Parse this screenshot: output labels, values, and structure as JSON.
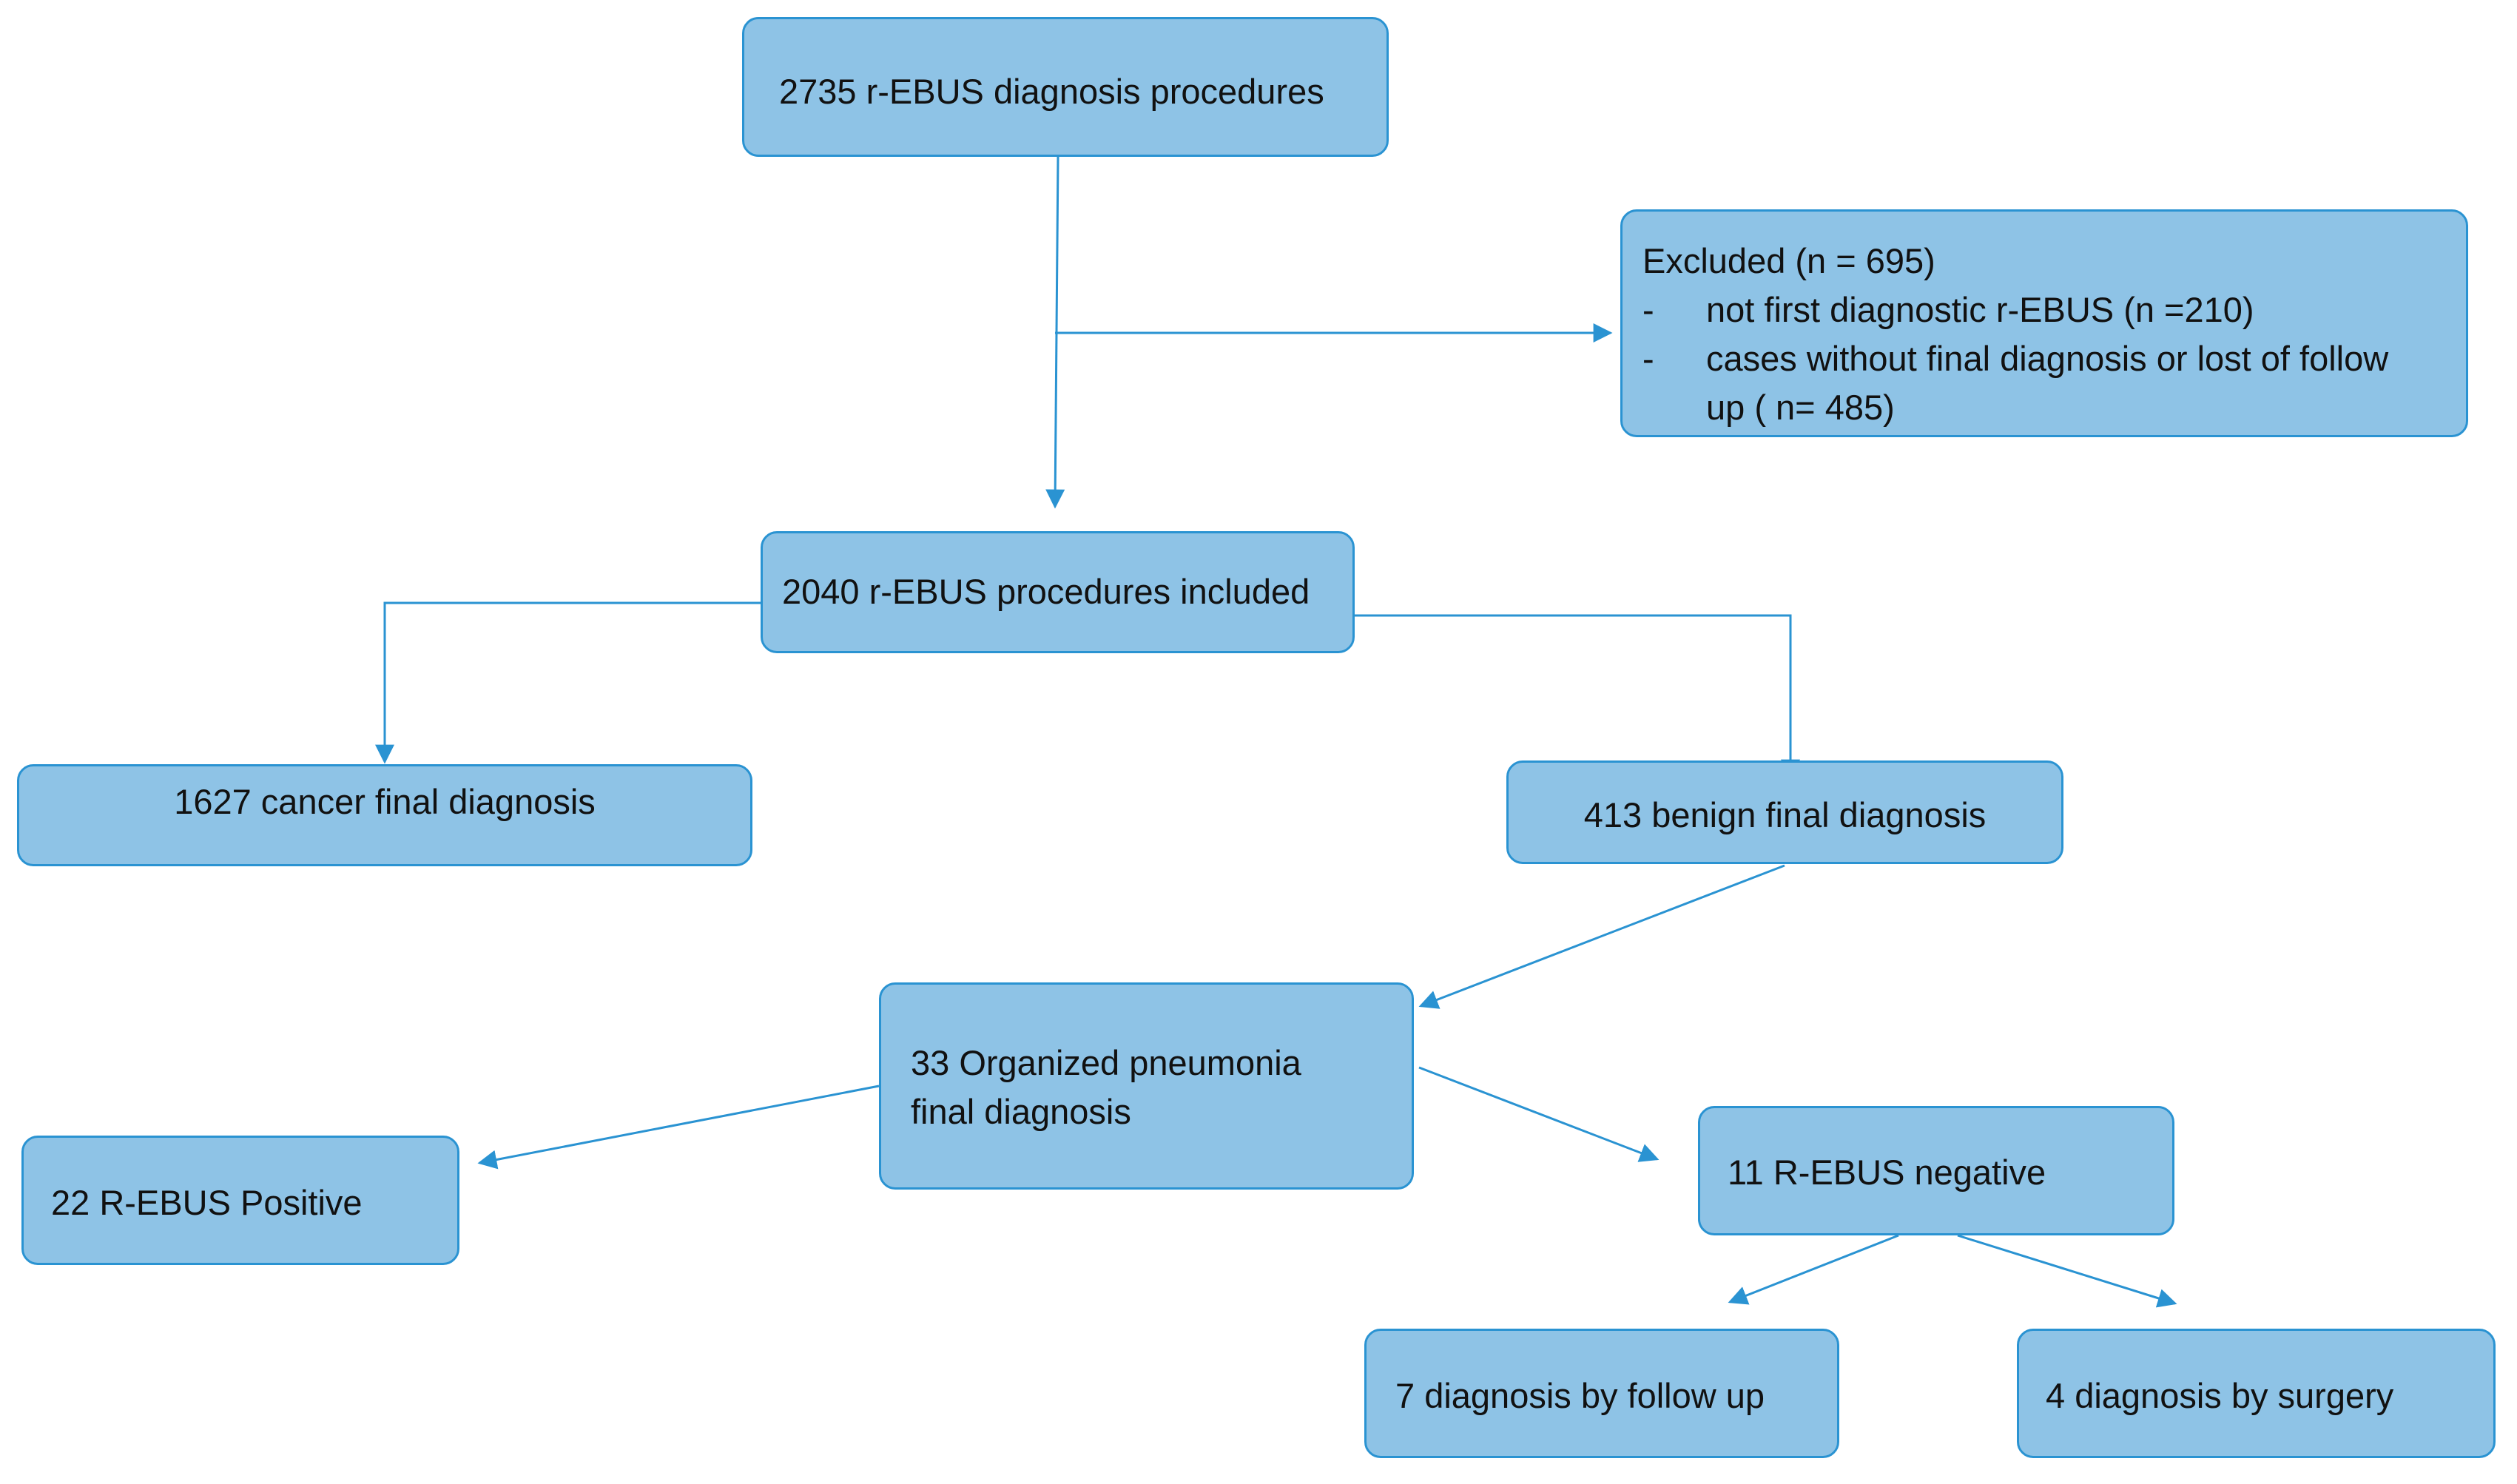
{
  "colors": {
    "box_fill": "#8ec3e6",
    "box_border": "#2a93d2",
    "arrow": "#2a93d2",
    "text": "#111111"
  },
  "boxes": {
    "total": {
      "lines": [
        "2735 r-EBUS diagnosis procedures"
      ]
    },
    "excluded": {
      "title": "Excluded (n = 695)",
      "items": [
        {
          "bullet": "-",
          "lines": [
            "not first diagnostic r-EBUS (n =210)"
          ]
        },
        {
          "bullet": "-",
          "lines": [
            "cases without final diagnosis or lost of follow",
            "up  ( n= 485)"
          ]
        }
      ]
    },
    "included": {
      "lines": [
        "2040 r-EBUS procedures included"
      ]
    },
    "cancer": {
      "lines": [
        "1627 cancer final diagnosis"
      ]
    },
    "benign": {
      "lines": [
        "413 benign final diagnosis"
      ]
    },
    "organized": {
      "lines": [
        "33 Organized pneumonia",
        "final diagnosis"
      ]
    },
    "positive": {
      "lines": [
        "22 R-EBUS Positive"
      ]
    },
    "negative": {
      "lines": [
        "11 R-EBUS negative"
      ]
    },
    "follow_up": {
      "lines": [
        "7 diagnosis by follow up"
      ]
    },
    "surgery": {
      "lines": [
        "4 diagnosis by surgery"
      ]
    }
  }
}
